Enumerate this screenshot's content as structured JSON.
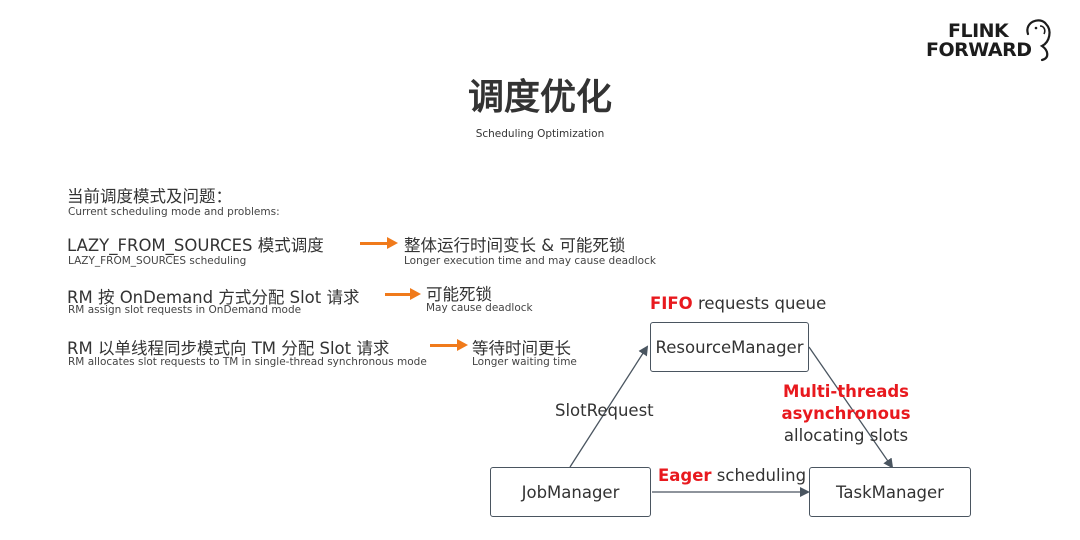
{
  "logo": {
    "line1": "FLINK",
    "line2": "FORWARD"
  },
  "title": "调度优化",
  "subtitle": "Scheduling Optimization",
  "section": {
    "heading_zh": "当前调度模式及问题：",
    "heading_en": "Current scheduling mode and problems:"
  },
  "rows": [
    {
      "left_zh": "LAZY_FROM_SOURCES 模式调度",
      "left_en": "LAZY_FROM_SOURCES scheduling",
      "right_zh": "整体运行时间变长 & 可能死锁",
      "right_en": "Longer execution time and may cause deadlock"
    },
    {
      "left_zh": "RM 按 OnDemand 方式分配 Slot 请求",
      "left_en": "RM assign slot requests in OnDemand mode",
      "right_zh": "可能死锁",
      "right_en": "May cause deadlock"
    },
    {
      "left_zh": "RM 以单线程同步模式向 TM 分配 Slot 请求",
      "left_en": "RM allocates slot requests to TM in single-thread synchronous mode",
      "right_zh": "等待时间更长",
      "right_en": "Longer waiting time"
    }
  ],
  "diagram": {
    "resource_manager": "ResourceManager",
    "job_manager": "JobManager",
    "task_manager": "TaskManager",
    "fifo_bold": "FIFO",
    "fifo_rest": " requests queue",
    "slot_request": "SlotRequest",
    "multi_line1": "Multi-threads",
    "multi_line2": "asynchronous",
    "multi_line3": "allocating slots",
    "eager_bold": "Eager",
    "eager_rest": " scheduling"
  },
  "colors": {
    "accent_arrow": "#f07a1b",
    "highlight_red": "#e8191e",
    "box_border": "#4a5560"
  }
}
